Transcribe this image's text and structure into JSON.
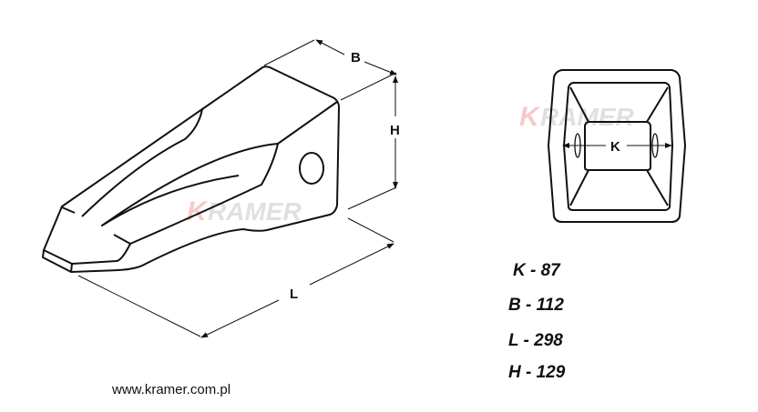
{
  "drawing": {
    "labels": {
      "B": "B",
      "H": "H",
      "L": "L",
      "K": "K"
    },
    "watermark": "KRAMER",
    "watermark_color": "#f2a0a0"
  },
  "dimensions": [
    {
      "text": "K - 87"
    },
    {
      "text": "B - 112"
    },
    {
      "text": "L - 298"
    },
    {
      "text": "H - 129"
    }
  ],
  "website": "www.kramer.com.pl"
}
